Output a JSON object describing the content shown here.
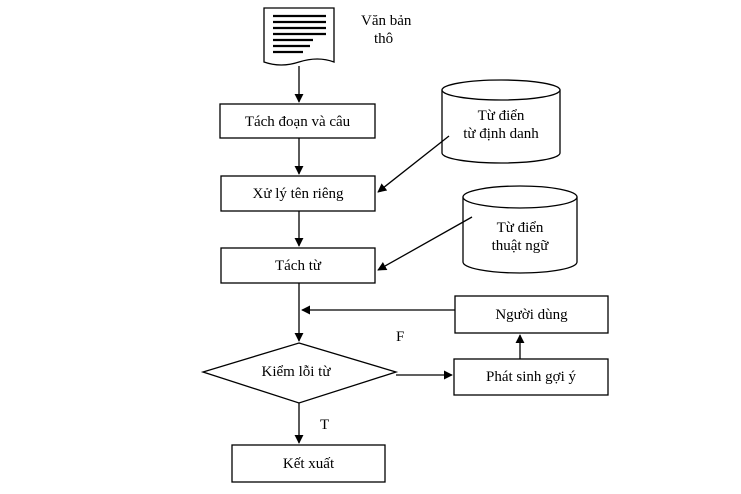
{
  "diagram": {
    "document_label_line1": "Văn bản",
    "document_label_line2": "thô",
    "step_split_paragraph": "Tách đoạn và câu",
    "db_named_entities_line1": "Từ điển",
    "db_named_entities_line2": "từ định danh",
    "step_proper_names": "Xử lý tên riêng",
    "db_terms_line1": "Từ điển",
    "db_terms_line2": "thuật ngữ",
    "step_tokenize": "Tách từ",
    "step_user": "Người dùng",
    "decision_check": "Kiểm lỗi từ",
    "edge_false": "F",
    "step_suggest": "Phát sinh gợi ý",
    "edge_true": "T",
    "step_output": "Kết xuất"
  }
}
